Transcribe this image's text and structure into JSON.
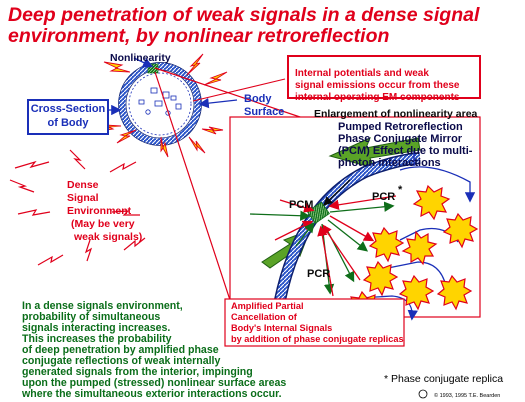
{
  "title": {
    "line1": "Deep penetration of weak signals in a dense signal",
    "line2": "environment, by nonlinear retroreflection"
  },
  "labels": {
    "nonlinearity": "Nonlinearity",
    "cross_section": [
      "Cross-Section",
      "of Body"
    ],
    "body_surface": [
      "Body",
      "Surface"
    ],
    "internal_box": [
      "Internal potentials and weak",
      "signal emissions occur from these",
      "internal operating EM components"
    ],
    "enlargement": "Enlargement of nonlinearity area",
    "pumped_retroreflection": [
      "Pumped Retroreflection",
      "Phase Conjugate Mirror",
      "(PCM) Effect due to multi-",
      "photon interactions"
    ],
    "dense_environment": [
      "Dense",
      "Signal",
      "Environment",
      "(May be very",
      "weak signals)"
    ],
    "pcm": "PCM",
    "pcr_top": "PCR",
    "pcr_asterisk": "*",
    "pcr_bottom": "PCR",
    "amplified": [
      "Amplified Partial",
      "Cancellation of",
      "Body's Internal Signals",
      "by addition of  phase conjugate replicas"
    ],
    "paragraph": [
      "In a dense signals environment,",
      "probability of simultaneous",
      "signals interacting increases.",
      "This increases the probability",
      "of deep penetration by amplified phase",
      "conjugate reflections of weak internally",
      "generated signals from the interior, impinging",
      "upon the pumped (stressed) nonlinear surface areas",
      "where the simultaneous exterior interactions occur."
    ],
    "phase_conjugate_note": "* Phase conjugate replica",
    "copyright": "© 1993, 1995 T.E. Bearden"
  },
  "colors": {
    "title": "#e0001b",
    "red_text": "#e0001b",
    "blue": "#1a2fb8",
    "green_text": "#0b6e1a",
    "burst_yellow": "#ffd400",
    "burst_edge": "#e0001b",
    "mirror_blue": "#2a54c8",
    "mirror_dark": "#0d1f6e",
    "green_arrow": "#4e9a1e",
    "dark_green": "#1f5e12"
  },
  "icons": {
    "small_bolts": "lightning-bolt-icon",
    "starbursts": "starburst-icon",
    "circle_ring": "body-cross-section-icon"
  }
}
